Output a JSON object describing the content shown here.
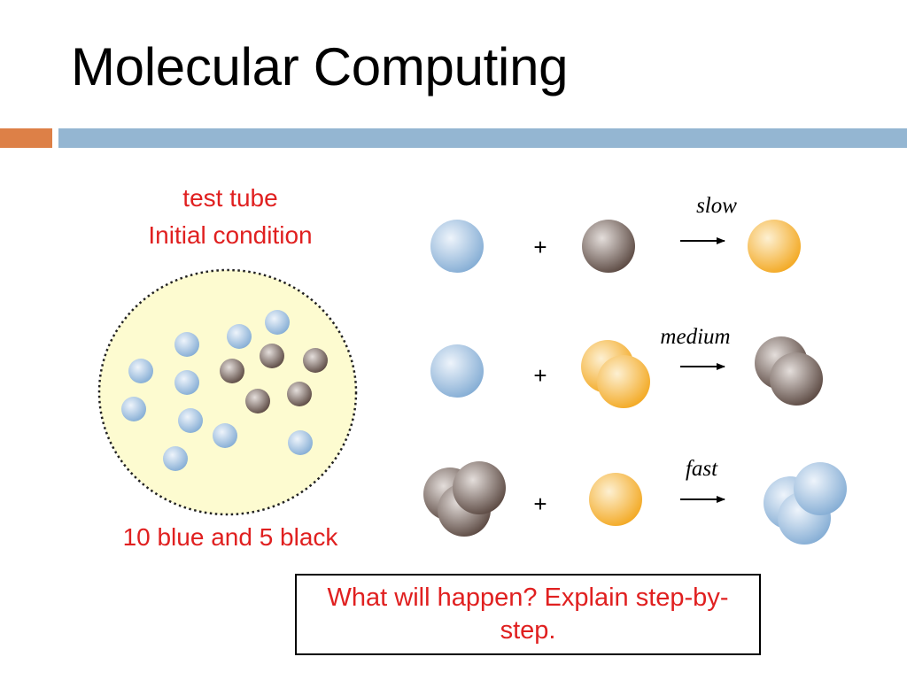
{
  "slide": {
    "title": "Molecular Computing",
    "accent_colors": {
      "orange": "#DD8047",
      "blue": "#94B6D2"
    }
  },
  "test_tube": {
    "label_line1": "test tube",
    "label_line2": "Initial condition",
    "count_text": "10 blue and 5 black",
    "label_color": "#E02020",
    "fill_color": "#FDFBD0",
    "blue_count": 10,
    "black_count": 5
  },
  "reactions": [
    {
      "speed": "slow",
      "plus": "+",
      "left": [
        "blue"
      ],
      "right": [
        "black"
      ],
      "product": [
        "orange"
      ]
    },
    {
      "speed": "medium",
      "plus": "+",
      "left": [
        "blue"
      ],
      "right": [
        "orange",
        "orange"
      ],
      "product": [
        "black",
        "black"
      ]
    },
    {
      "speed": "fast",
      "plus": "+",
      "left": [
        "black",
        "black",
        "black"
      ],
      "right": [
        "orange"
      ],
      "product": [
        "blue",
        "blue",
        "blue"
      ]
    }
  ],
  "molecule_colors": {
    "blue": {
      "light": "#EEF4FB",
      "dark": "#86AED5"
    },
    "black": {
      "light": "#E4DEDB",
      "dark": "#5E4C45"
    },
    "orange": {
      "light": "#FDF0D2",
      "dark": "#F3AA26"
    }
  },
  "question": {
    "text": "What will happen? Explain step-by-step.",
    "color": "#E02020"
  }
}
